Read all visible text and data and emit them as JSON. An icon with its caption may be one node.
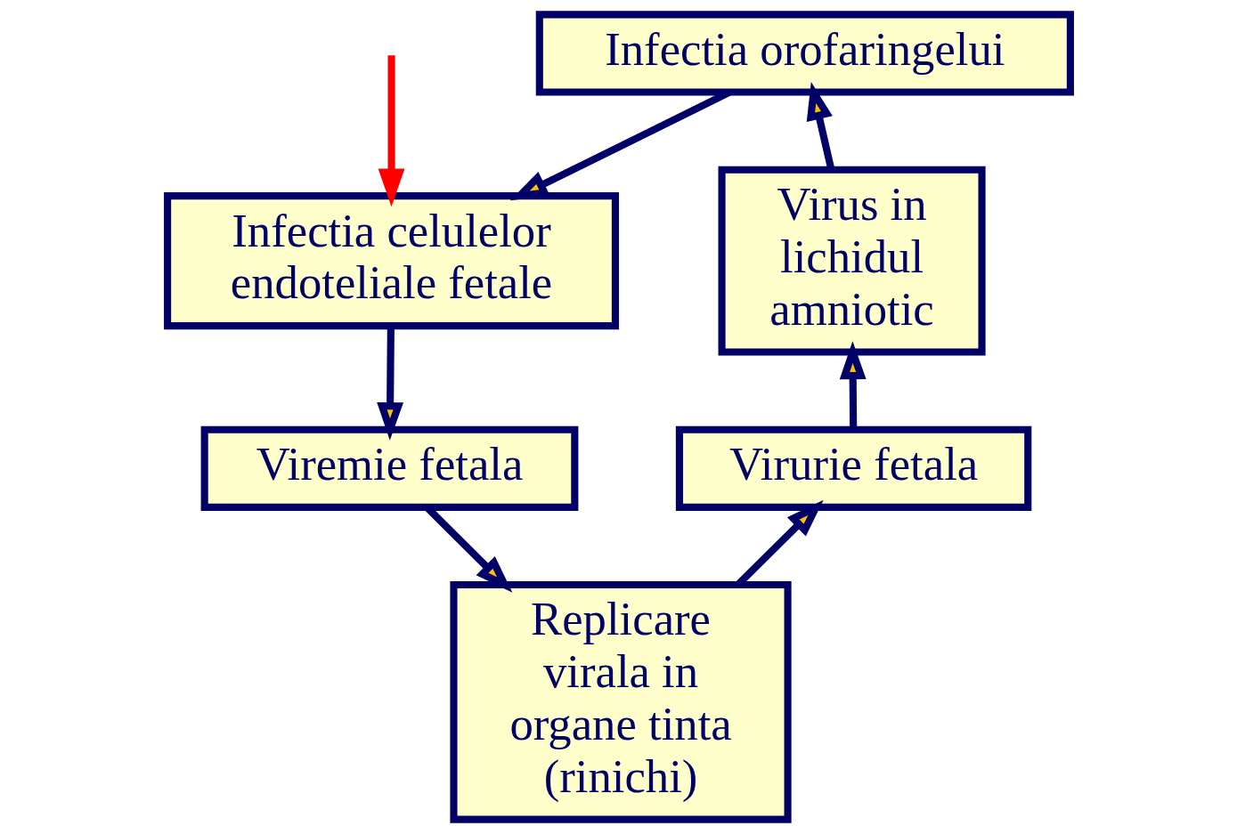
{
  "diagram": {
    "nodes": [
      {
        "text": [
          "Infectia orofaringelui"
        ]
      },
      {
        "text": [
          "Infectia celulelor endoteliale fetale"
        ]
      },
      {
        "text": [
          "Viremie fetala"
        ]
      },
      {
        "text": [
          "Replicare virala in organe tinta (rinichi)"
        ]
      },
      {
        "text": [
          "Virurie fetala"
        ]
      },
      {
        "text": [
          "Virus in lichidul amniotic"
        ]
      }
    ],
    "edges": [
      {
        "from": 0,
        "to": 1,
        "arrow": "to"
      },
      {
        "from": 1,
        "to": 2,
        "arrow": "to"
      },
      {
        "from": 2,
        "to": 3,
        "arrow": "to"
      },
      {
        "from": 3,
        "to": 4,
        "arrow": "to"
      },
      {
        "from": 4,
        "to": 5,
        "arrow": "to"
      },
      {
        "from": 5,
        "to": 0,
        "arrow": "to"
      },
      {
        "from": null,
        "to": 1,
        "arrow": "to",
        "color": "#ff0000"
      }
    ]
  }
}
